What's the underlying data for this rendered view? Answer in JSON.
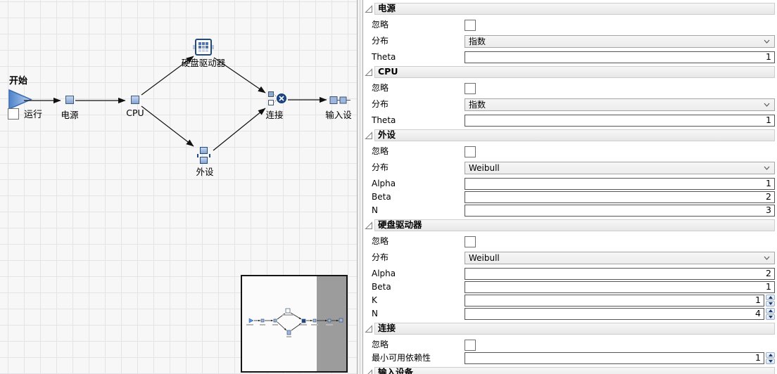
{
  "canvas": {
    "start_label": "开始",
    "run_label": "运行",
    "run_checked": false,
    "nodes": {
      "power": {
        "label": "电源"
      },
      "cpu": {
        "label": "CPU"
      },
      "hdd": {
        "label": "硬盘驱动器"
      },
      "peripheral": {
        "label": "外设"
      },
      "junction": {
        "label": "连接"
      },
      "input_device": {
        "label": "输入设"
      }
    }
  },
  "panel": {
    "sections": [
      {
        "title": "电源",
        "rows": [
          {
            "type": "checkbox",
            "label": "忽略",
            "checked": false
          },
          {
            "type": "dropdown",
            "label": "分布",
            "value": "指数"
          },
          {
            "type": "input",
            "label": "Theta",
            "value": "1"
          }
        ]
      },
      {
        "title": "CPU",
        "rows": [
          {
            "type": "checkbox",
            "label": "忽略",
            "checked": false
          },
          {
            "type": "dropdown",
            "label": "分布",
            "value": "指数"
          },
          {
            "type": "input",
            "label": "Theta",
            "value": "1"
          }
        ]
      },
      {
        "title": "外设",
        "rows": [
          {
            "type": "checkbox",
            "label": "忽略",
            "checked": false
          },
          {
            "type": "dropdown",
            "label": "分布",
            "value": "Weibull"
          },
          {
            "type": "input",
            "label": "Alpha",
            "value": "1"
          },
          {
            "type": "input",
            "label": "Beta",
            "value": "2"
          },
          {
            "type": "input",
            "label": "N",
            "value": "3"
          }
        ]
      },
      {
        "title": "硬盘驱动器",
        "rows": [
          {
            "type": "checkbox",
            "label": "忽略",
            "checked": false
          },
          {
            "type": "dropdown",
            "label": "分布",
            "value": "Weibull"
          },
          {
            "type": "input",
            "label": "Alpha",
            "value": "2"
          },
          {
            "type": "input",
            "label": "Beta",
            "value": "1"
          },
          {
            "type": "spinner",
            "label": "K",
            "value": "1"
          },
          {
            "type": "spinner",
            "label": "N",
            "value": "4"
          }
        ]
      },
      {
        "title": "连接",
        "rows": [
          {
            "type": "checkbox",
            "label": "忽略",
            "checked": false
          },
          {
            "type": "spinner",
            "label": "最小可用依赖性",
            "value": "1"
          }
        ]
      },
      {
        "title": "输入设备",
        "rows": []
      }
    ]
  },
  "icons": {
    "collapse": "open-disclosure-triangle",
    "dropdown": "chevron-down",
    "spinner": "up-down-arrows",
    "start": "play-triangle",
    "junction": "circle-with-x"
  },
  "colors": {
    "node_fill": "#9db6de",
    "node_border": "#44597c",
    "dark_blue": "#1f4a80",
    "junction_circle": "#1d4886",
    "section_header_bg": "#ececec",
    "canvas_grid": "#e4e4e7",
    "minimap_shade": "#9c9c9c"
  }
}
